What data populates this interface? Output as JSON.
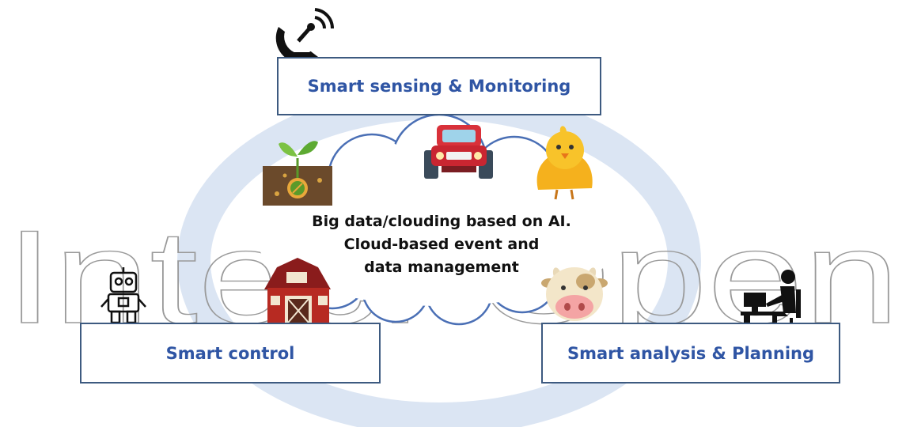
{
  "diagram": {
    "watermark": "IntechOpen",
    "center": {
      "lines": [
        "Big data/clouding based on AI.",
        "Cloud-based event and",
        "data management"
      ]
    },
    "nodes": {
      "sensing": "Smart sensing & Monitoring",
      "control": "Smart control",
      "analysis": "Smart analysis & Planning"
    },
    "icons": [
      "satellite-dish-icon",
      "tractor-icon",
      "seedling-icon",
      "chick-icon",
      "barn-icon",
      "cow-icon",
      "robot-icon",
      "person-at-computer-icon"
    ],
    "colors": {
      "ring": "#dbe5f3",
      "box_border": "#3d5a80",
      "box_text": "#2f55a4",
      "cloud_stroke": "#4a6fb5",
      "watermark": "#9a9a9a"
    }
  }
}
